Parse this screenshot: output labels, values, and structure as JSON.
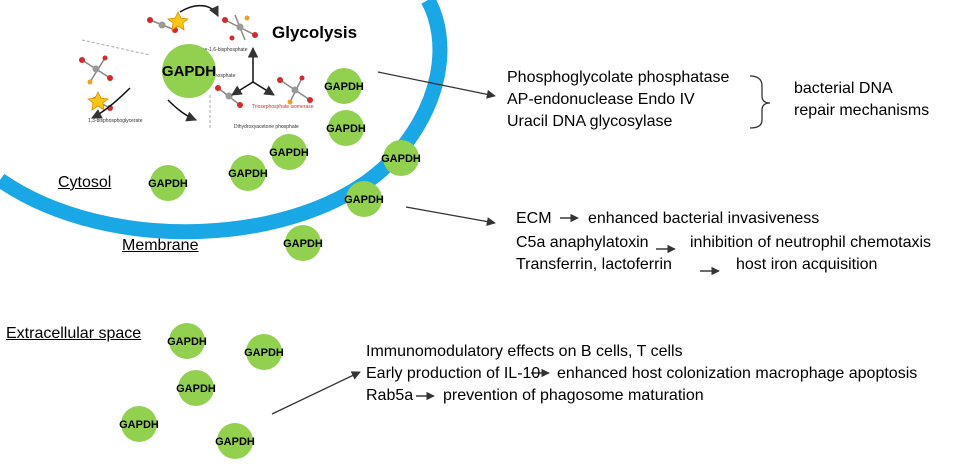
{
  "regions": {
    "cytosol": "Cytosol",
    "membrane": "Membrane",
    "extracellular": "Extracellular space"
  },
  "glycolysis": {
    "title": "Glycolysis",
    "enzyme_label": "GAPDH",
    "metabolites": {
      "fructose": "Fructose-1,6-bisphosphate",
      "glyceraldehyde": "phosphate",
      "dhap": "Dihydroxyacetone phosphate",
      "bpg": "1,3-bisphosphoglycerate",
      "tpi": "Triosephosphate isomerase"
    }
  },
  "molecule_label": "GAPDH",
  "colors": {
    "membrane": "#1aa7e6",
    "gapdh_fill": "#92d050",
    "arrow": "#333333"
  },
  "groups": {
    "cytosol_functions": {
      "items": [
        "Phosphoglycolate phosphatase",
        "AP-endonuclease Endo IV",
        "Uracil DNA glycosylase"
      ],
      "summary_line1": "bacterial DNA",
      "summary_line2": "repair mechanisms"
    },
    "membrane_functions": {
      "rows": [
        {
          "left": "ECM",
          "right": "enhanced bacterial invasiveness"
        },
        {
          "left": "C5a anaphylatoxin",
          "right": "inhibition of neutrophil chemotaxis"
        },
        {
          "left": "Transferrin, lactoferrin",
          "right": "host iron acquisition"
        }
      ]
    },
    "extracellular_functions": {
      "line1": "Immunomodulatory effects on B cells, T cells",
      "row2": {
        "left": "Early production of IL-10",
        "right": "enhanced host colonization macrophage apoptosis"
      },
      "row3": {
        "left": "Rab5a",
        "right": "prevention of phagosome maturation"
      }
    }
  }
}
